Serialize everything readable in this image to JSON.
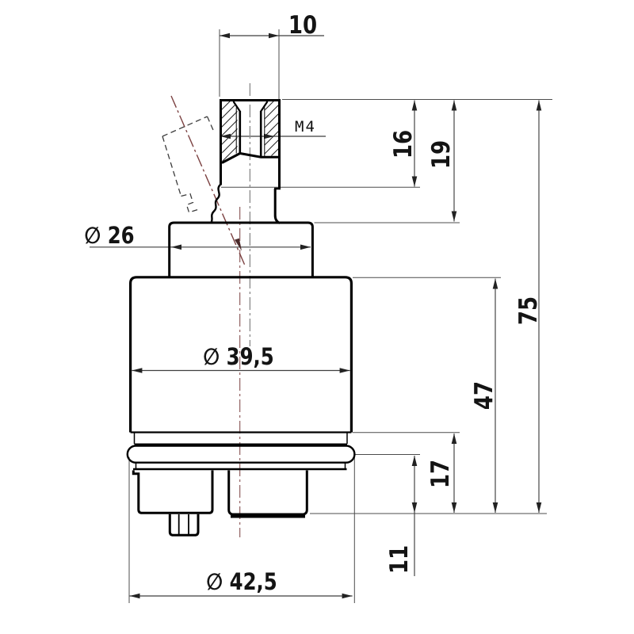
{
  "drawing": {
    "dimensions": {
      "stem_width": "10",
      "thread_size": "M4",
      "thread_section_height": "16",
      "stem_height": "19",
      "collar_diameter": "∅ 26",
      "body_diameter": "∅ 39,5",
      "total_height": "75",
      "body_height": "47",
      "base_section_height": "17",
      "oring_to_base": "11",
      "oring_diameter": "∅ 42,5"
    },
    "colors": {
      "background": "#ffffff",
      "part_outline": "#000000",
      "dimension_lines": "#3f3f3f",
      "body_centerline": "#9b6f6f",
      "tilted_centerline": "#7c4242"
    }
  }
}
